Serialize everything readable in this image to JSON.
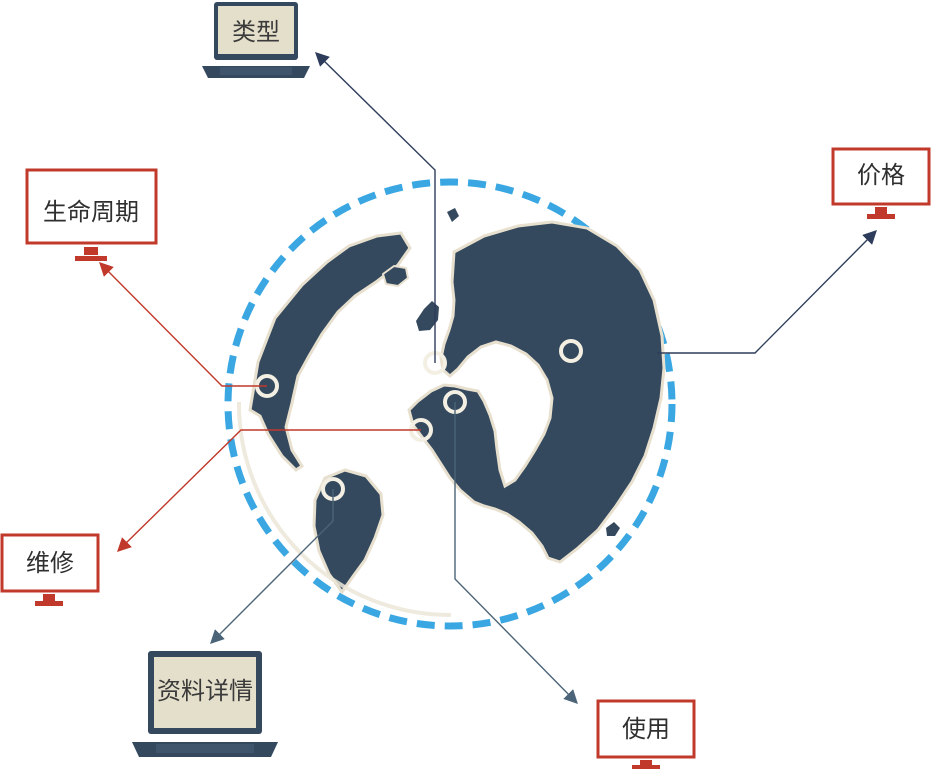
{
  "labels": {
    "type": "类型",
    "lifecycle": "生命周期",
    "price": "价格",
    "maintenance": "维修",
    "details": "资料详情",
    "usage": "使用"
  }
}
